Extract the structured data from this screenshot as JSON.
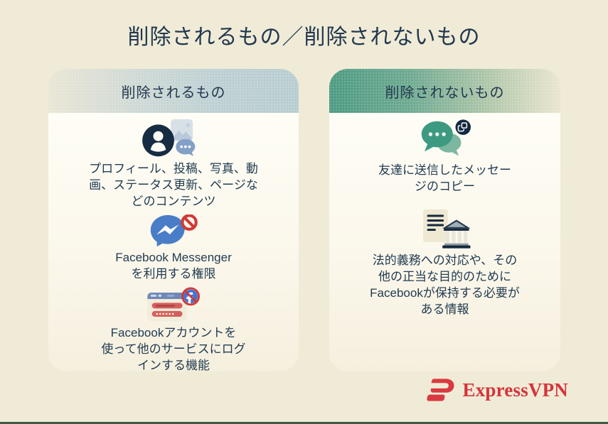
{
  "page": {
    "title": "削除されるもの／削除されないもの"
  },
  "cards": {
    "deleted": {
      "header": "削除されるもの",
      "items": [
        {
          "icon": "profile-content-icon",
          "text": "プロフィール、投稿、写真、動\n画、ステータス更新、ページな\nどのコンテンツ"
        },
        {
          "icon": "messenger-blocked-icon",
          "text": "Facebook Messenger\nを利用する権限"
        },
        {
          "icon": "facebook-login-blocked-icon",
          "text": "Facebookアカウントを\n使って他のサービスにログ\nインする機能"
        }
      ]
    },
    "not_deleted": {
      "header": "削除されないもの",
      "items": [
        {
          "icon": "message-copy-icon",
          "text": "友達に送信したメッセー\nジのコピー"
        },
        {
          "icon": "legal-documents-icon",
          "text": "法的義務への対応や、その\n他の正当な目的のために\nFacebookが保持する必要が\nある情報"
        }
      ]
    }
  },
  "footer": {
    "brand": "ExpressVPN"
  },
  "colors": {
    "background": "#f0ebd7",
    "text_navy": "#22384e",
    "header_left_gradient_start": "#e9e6d4",
    "header_left_gradient_end": "#b9cdd1",
    "header_right_gradient_start": "#4e9b83",
    "header_right_gradient_end": "#eae6d0",
    "accent_red": "#d5333b",
    "bottom_bar_green": "#3f5c41"
  }
}
